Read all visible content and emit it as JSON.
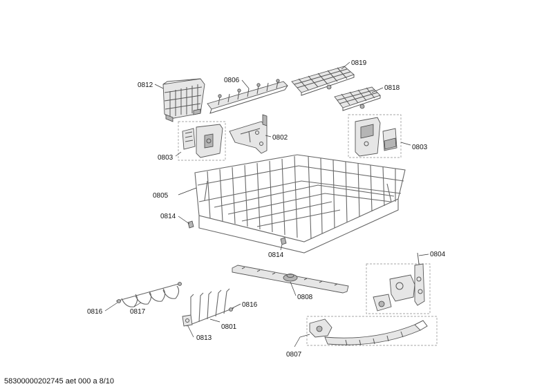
{
  "callouts": {
    "c0812": "0812",
    "c0806": "0806",
    "c0819": "0819",
    "c0818": "0818",
    "c0802": "0802",
    "c0803a": "0803",
    "c0803b": "0803",
    "c0805": "0805",
    "c0814a": "0814",
    "c0814b": "0814",
    "c0804": "0804",
    "c0808": "0808",
    "c0816a": "0816",
    "c0817": "0817",
    "c0816b": "0816",
    "c0801": "0801",
    "c0813": "0813",
    "c0807": "0807"
  },
  "footer": "58300000202745 aet 000 a 8/10"
}
